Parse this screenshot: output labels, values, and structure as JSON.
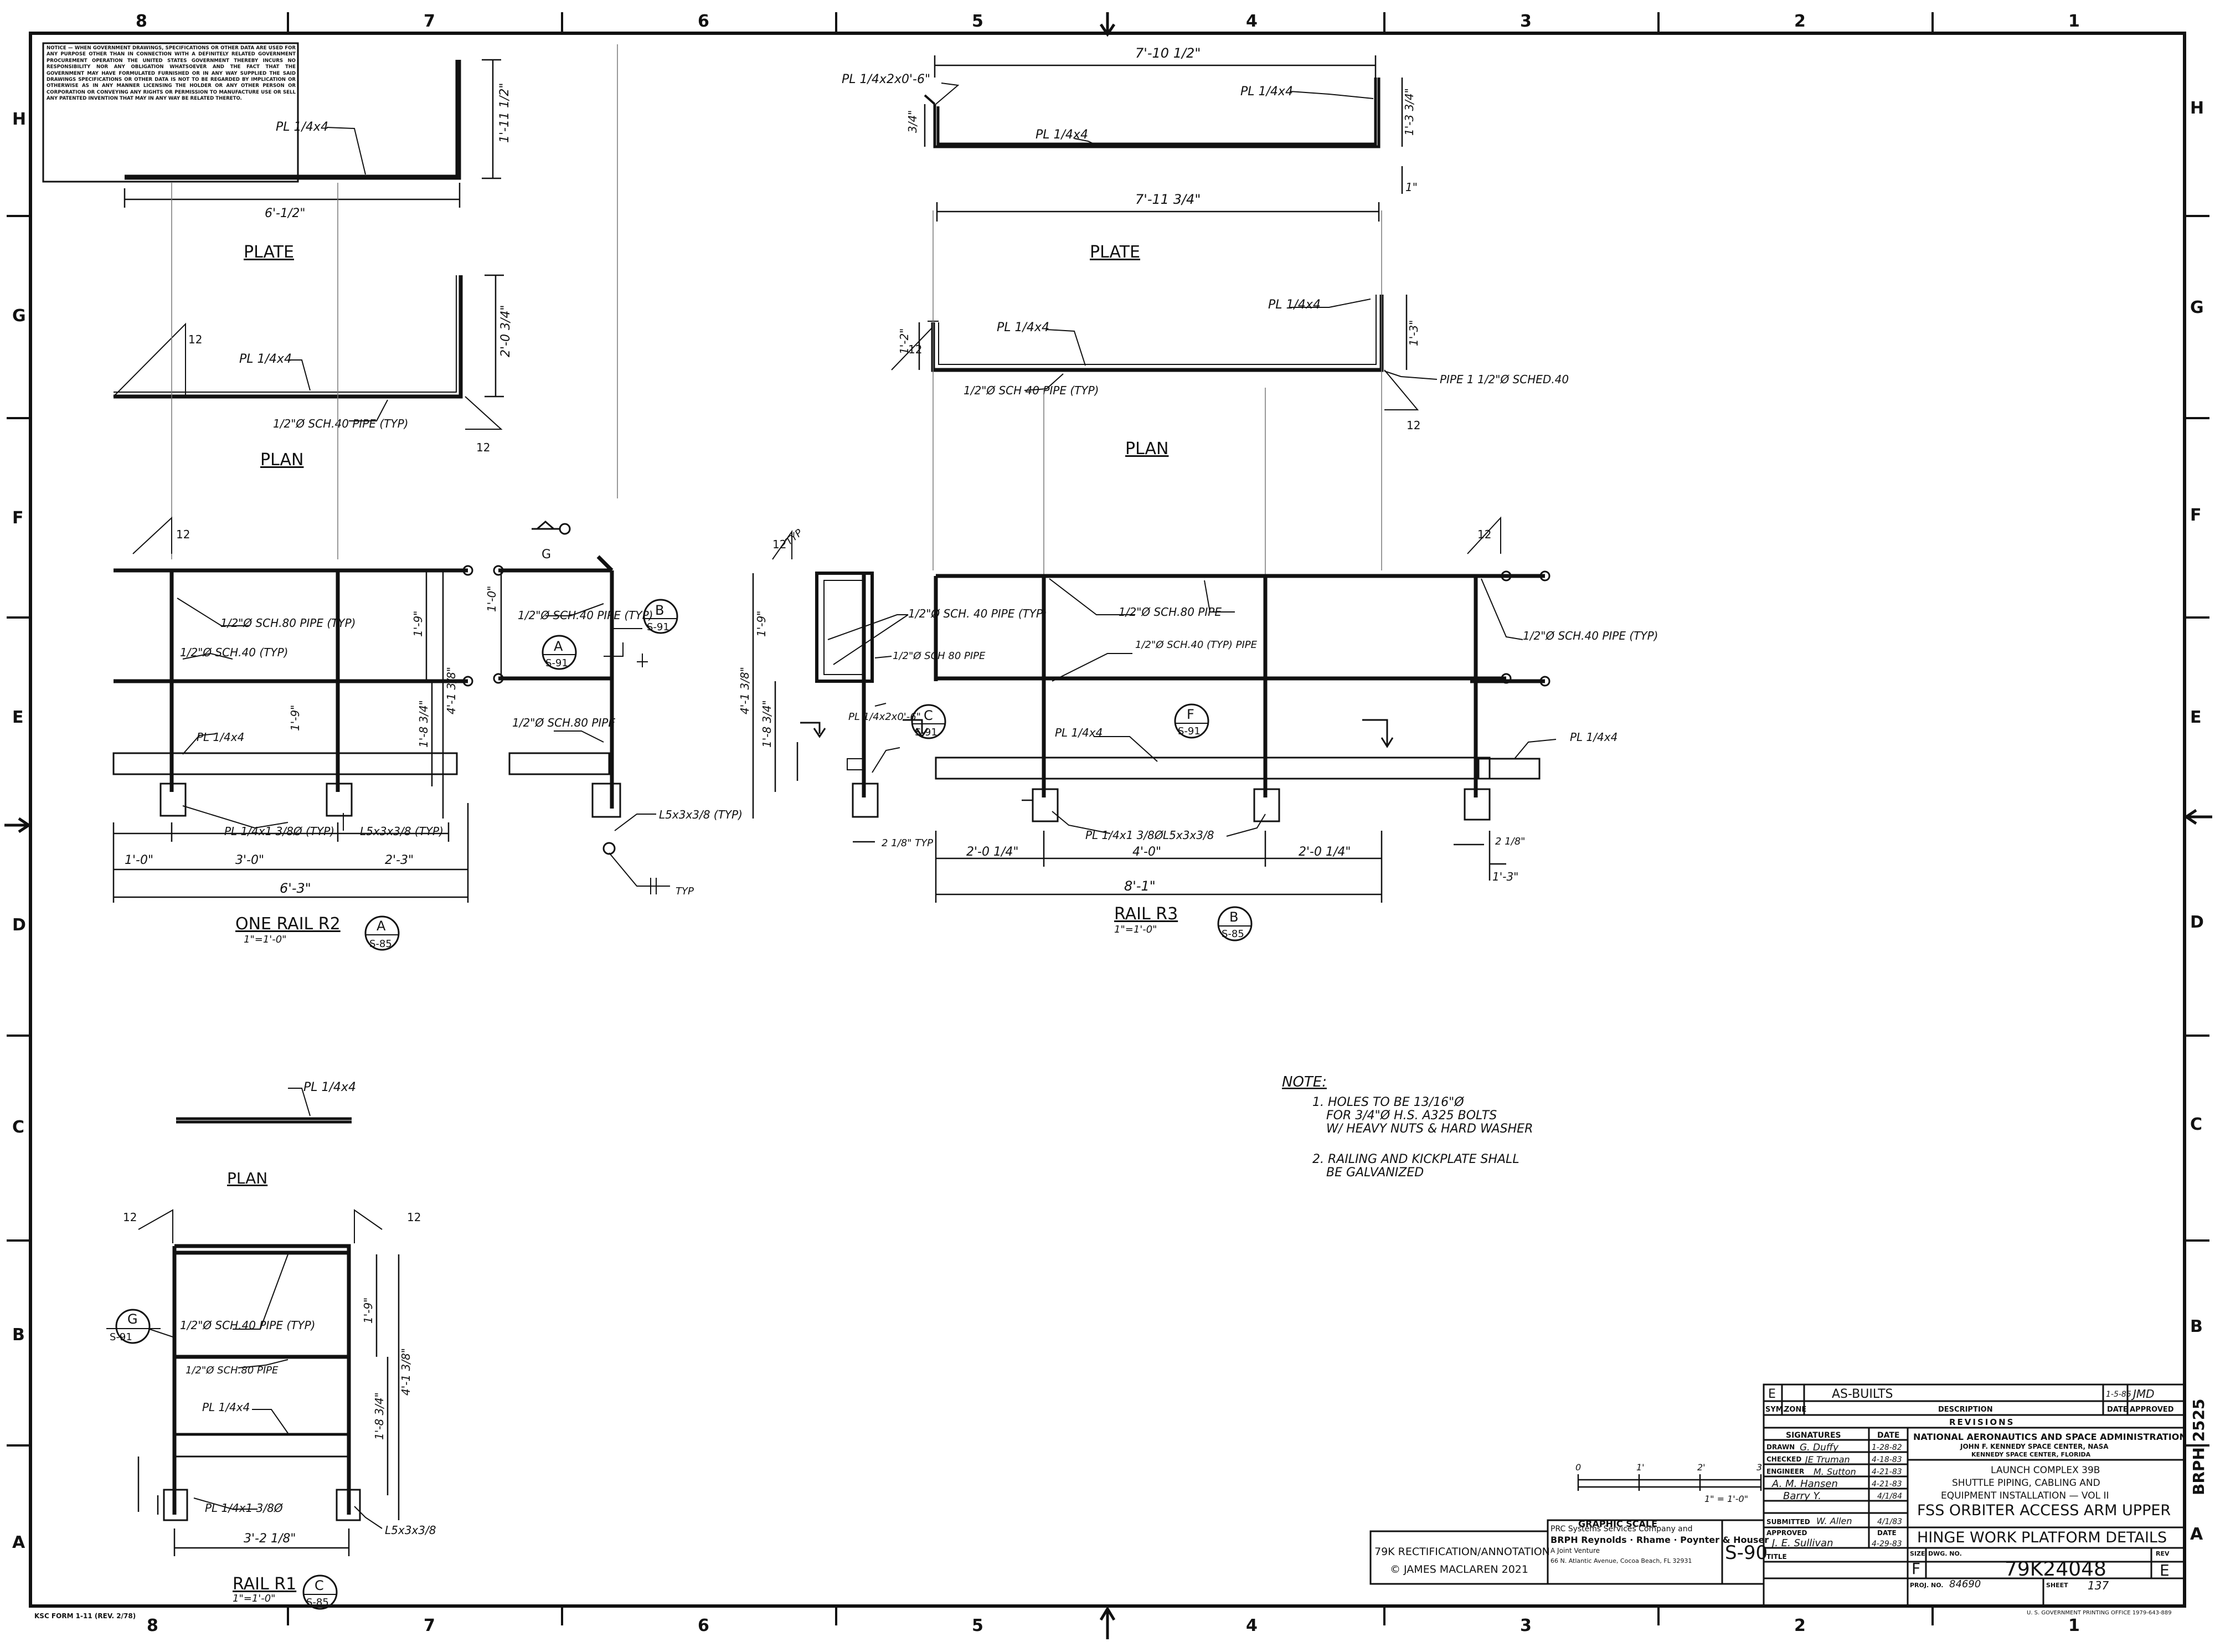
{
  "border": {
    "columns": [
      "8",
      "7",
      "6",
      "5",
      "4",
      "3",
      "2",
      "1"
    ],
    "rows": [
      "H",
      "G",
      "F",
      "E",
      "D",
      "C",
      "B",
      "A"
    ]
  },
  "notice_text": "NOTICE — WHEN GOVERNMENT DRAWINGS, SPECIFICATIONS OR OTHER DATA ARE USED FOR ANY PURPOSE OTHER THAN IN CONNECTION WITH A DEFINITELY RELATED GOVERNMENT PROCUREMENT OPERATION THE UNITED STATES GOVERNMENT THEREBY INCURS NO RESPONSIBILITY NOR ANY OBLIGATION WHATSOEVER AND THE FACT THAT THE GOVERNMENT MAY HAVE FORMULATED FURNISHED OR IN ANY WAY SUPPLIED THE SAID DRAWINGS SPECIFICATIONS OR OTHER DATA IS NOT TO BE REGARDED BY IMPLICATION OR OTHERWISE AS IN ANY MANNER LICENSING THE HOLDER OR ANY OTHER PERSON OR CORPORATION OR CONVEYING ANY RIGHTS OR PERMISSION TO MANUFACTURE USE OR SELL ANY PATENTED INVENTION THAT MAY IN ANY WAY BE RELATED THERETO.",
  "views": {
    "plate_left": {
      "title": "PLATE",
      "callout": "PL 1/4x4",
      "dim_length": "6'-1/2\"",
      "dim_height": "1'-11 1/2\""
    },
    "plate_right": {
      "title": "PLATE",
      "callout_left": "PL 1/4x2x0'-6\"",
      "callout_mid": "PL 1/4x4",
      "callout_right": "PL 1/4x4",
      "dim_top": "7'-10 1/2\"",
      "dim_bottom": "7'-11 3/4\"",
      "dim_left": "3/4\"",
      "dim_right_1": "1'-3 3/4\"",
      "dim_right_2": "1\""
    },
    "plan_left": {
      "title": "PLAN",
      "callout_plate": "PL 1/4x4",
      "callout_pipe": "1/2\"Ø SCH.40 PIPE (TYP)",
      "dim_height": "2'-0 3/4\"",
      "slope": "12"
    },
    "plan_right": {
      "title": "PLAN",
      "callout_plate_1": "PL 1/4x4",
      "callout_plate_2": "PL 1/4x4",
      "callout_pipe": "1/2\"Ø SCH 40 PIPE (TYP)",
      "callout_pipe_2": "PIPE 1 1/2\"Ø SCHED.40",
      "dim_left": "1'-2\"",
      "dim_right": "1'-3\"",
      "slope": "12"
    },
    "rail_r2": {
      "title": "ONE RAIL R2",
      "scale": "1\"=1'-0\"",
      "tag_letter": "A",
      "tag_sheet": "S-85",
      "callout_1": "1/2\"Ø SCH.80 PIPE (TYP)",
      "callout_2": "1/2\"Ø SCH.40 (TYP)",
      "callout_3": "PL 1/4x4",
      "callout_4": "PL 1/4x1 3/8Ø (TYP)",
      "callout_5": "L5x3x3/8 (TYP)",
      "dim_1": "1'-0\"",
      "dim_2": "3'-0\"",
      "dim_3": "2'-3\"",
      "dim_total": "6'-3\"",
      "dim_h1": "1'-9\"",
      "dim_h2": "4'-1 3/8\"",
      "dim_h3": "1'-8 3/4\"",
      "dim_h4": "1'-9\""
    },
    "section_a": {
      "tag_letter": "A",
      "tag_sheet": "S-91",
      "tag2_letter": "B",
      "tag2_sheet": "S-91",
      "callout_1": "1/2\"Ø SCH.40 PIPE (TYP)",
      "callout_2": "1/2\"Ø SCH.80 PIPE",
      "callout_3": "L5x3x3/8 (TYP)",
      "callout_4": "TYP",
      "top_label": "G",
      "dim": "1'-0\""
    },
    "section_c": {
      "tag_letter": "C",
      "tag_sheet": "S-91",
      "callout_1": "1/2\"Ø SCH. 40 PIPE (TYP)",
      "callout_2": "1/2\"Ø SCH 80 PIPE",
      "callout_3": "PL 1/4x2x0'-6\"",
      "dim_1": "4'-1 3/8\"",
      "dim_2": "1'-8 3/4\"",
      "dim_3": "1'-9\"",
      "dim_4": "2 1/8\" TYP",
      "slope": "12",
      "typ": "TYP"
    },
    "rail_r3": {
      "title": "RAIL R3",
      "scale": "1\"=1'-0\"",
      "tag_letter": "B",
      "tag_sheet": "S-85",
      "section_tag_letter": "F",
      "section_tag_sheet": "S-91",
      "callout_1": "1/2\"Ø SCH.80 PIPE",
      "callout_2": "1/2\"Ø SCH.40 (TYP) PIPE",
      "callout_3": "PL 1/4x4",
      "callout_4": "PL 1/4x1 3/8Ø",
      "callout_5": "L5x3x3/8",
      "dim_1": "2'-0 1/4\"",
      "dim_2": "4'-0\"",
      "dim_3": "2'-0 1/4\"",
      "dim_total": "8'-1\""
    },
    "right_end": {
      "callout_pipe": "1/2\"Ø SCH.40 PIPE (TYP)",
      "callout_plate": "PL 1/4x4",
      "dim_1": "2 1/8\"",
      "dim_2": "1'-3\"",
      "slope": "12"
    },
    "plan_rail_r1": {
      "title": "PLAN",
      "callout_plate": "PL 1/4x4",
      "tag_letter": "G",
      "tag_sheet": "S-91",
      "slope": "12",
      "rail_title": "RAIL R1",
      "rail_scale": "1\"=1'-0\"",
      "rail_tag_letter": "C",
      "rail_tag_sheet": "S-85",
      "callout_1": "1/2\"Ø SCH.40 PIPE (TYP)",
      "callout_2": "1/2\"Ø SCH.80 PIPE",
      "callout_3": "PL 1/4x4",
      "callout_4": "PL 1/4x1 3/8Ø",
      "callout_5": "L5x3x3/8",
      "dim_h1": "1'-9\"",
      "dim_h2": "4'-1 3/8\"",
      "dim_h3": "1'-8 3/4\"",
      "dim_w": "3'-2 1/8\""
    }
  },
  "notes": {
    "heading": "NOTE:",
    "line_1a": "1. HOLES TO BE 13/16\"Ø",
    "line_1b": "FOR 3/4\"Ø H.S. A325 BOLTS",
    "line_1c": "W/ HEAVY NUTS & HARD WASHER",
    "line_2a": "2. RAILING AND KICKPLATE SHALL",
    "line_2b": "BE GALVANIZED"
  },
  "graphic_scale": {
    "label": "GRAPHIC SCALE",
    "tick_0": "0",
    "tick_1": "1'",
    "tick_2": "2'",
    "tick_3": "3'",
    "ratio": "1\" = 1'-0\""
  },
  "title_block": {
    "rev_letter": "E",
    "rev_desc": "AS-BUILTS",
    "rev_date": "1-5-85",
    "rev_approved": "JMD",
    "col_sym": "SYM.",
    "col_zone": "ZONE",
    "col_desc": "DESCRIPTION",
    "col_date": "DATE",
    "col_approved": "APPROVED",
    "revisions": "REVISIONS",
    "signatures": "SIGNATURES",
    "date_hdr": "DATE",
    "drawn": "DRAWN",
    "drawn_sig": "G. Duffy",
    "drawn_date": "1-28-82",
    "checked": "CHECKED",
    "checked_sig": "JE Truman",
    "checked_date": "4-18-83",
    "engineer": "ENGINEER",
    "engineer_sig": "M. Sutton",
    "engineer_date": "4-21-83",
    "sig4": "A. M. Hansen",
    "sig4_date": "4-21-83",
    "sig5": "Barry Y.",
    "sig5_date": "4/1/84",
    "submitted": "SUBMITTED",
    "submitted_sig": "W. Allen",
    "submitted_date": "4/1/83",
    "approved": "APPROVED",
    "approved_date_hdr": "DATE",
    "approved_sig": "J. E. Sullivan",
    "approved_date": "4-29-83",
    "title_hdr": "TITLE",
    "agency": "NATIONAL AERONAUTICS AND SPACE ADMINISTRATION",
    "center_1": "JOHN F. KENNEDY SPACE CENTER, NASA",
    "center_2": "KENNEDY SPACE CENTER, FLORIDA",
    "project_1": "LAUNCH COMPLEX 39B",
    "project_2": "SHUTTLE PIPING, CABLING AND",
    "project_3": "EQUIPMENT INSTALLATION — VOL II",
    "title_1": "FSS ORBITER ACCESS ARM UPPER",
    "title_2": "HINGE WORK PLATFORM DETAILS",
    "size_hdr": "SIZE",
    "size": "F",
    "dwg_hdr": "DWG. NO.",
    "dwg_no": "79K24048",
    "rev_hdr": "REV",
    "rev": "E",
    "proj_hdr": "PROJ. NO.",
    "proj_no": "84690",
    "sheet_hdr": "SHEET",
    "sheet": "137",
    "gpo": "U. S. GOVERNMENT PRINTING OFFICE 1979-643-889",
    "side_code": "BRPH 2525"
  },
  "stamp": {
    "rect_1": "79K RECTIFICATION/ANNOTATION",
    "rect_2": "© JAMES MACLAREN 2021",
    "firm_1": "PRC Systems Services Company and",
    "firm_2": "BRPH  Reynolds · Rhame · Poynter & Houser",
    "firm_3": "A Joint Venture",
    "firm_4": "66 N. Atlantic Avenue, Cocoa Beach, FL 32931",
    "sheet_ref": "S-90"
  },
  "form_no": "KSC FORM 1-11 (REV. 2/78)"
}
